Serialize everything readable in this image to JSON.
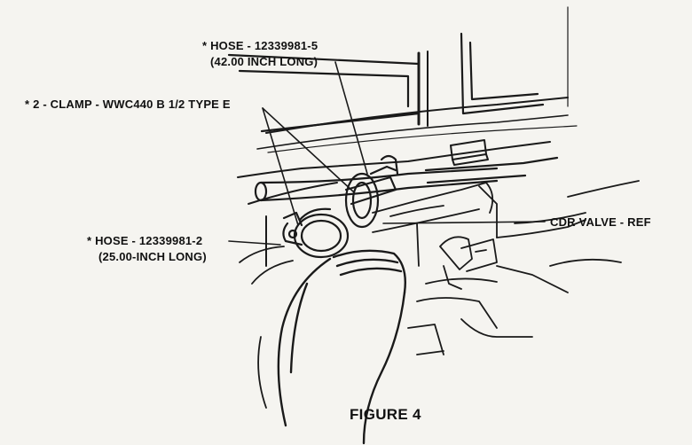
{
  "callouts": {
    "hose_long": {
      "line1": "* HOSE - 12339981-5",
      "line2": "(42.00 INCH LONG)"
    },
    "clamp": {
      "line1": "* 2 - CLAMP - WWC440 B 1/2 TYPE E"
    },
    "hose_short": {
      "line1": "* HOSE - 12339981-2",
      "line2": "(25.00-INCH LONG)"
    },
    "cdr_valve": {
      "line1": "CDR VALVE - REF"
    }
  },
  "caption": "FIGURE 4"
}
